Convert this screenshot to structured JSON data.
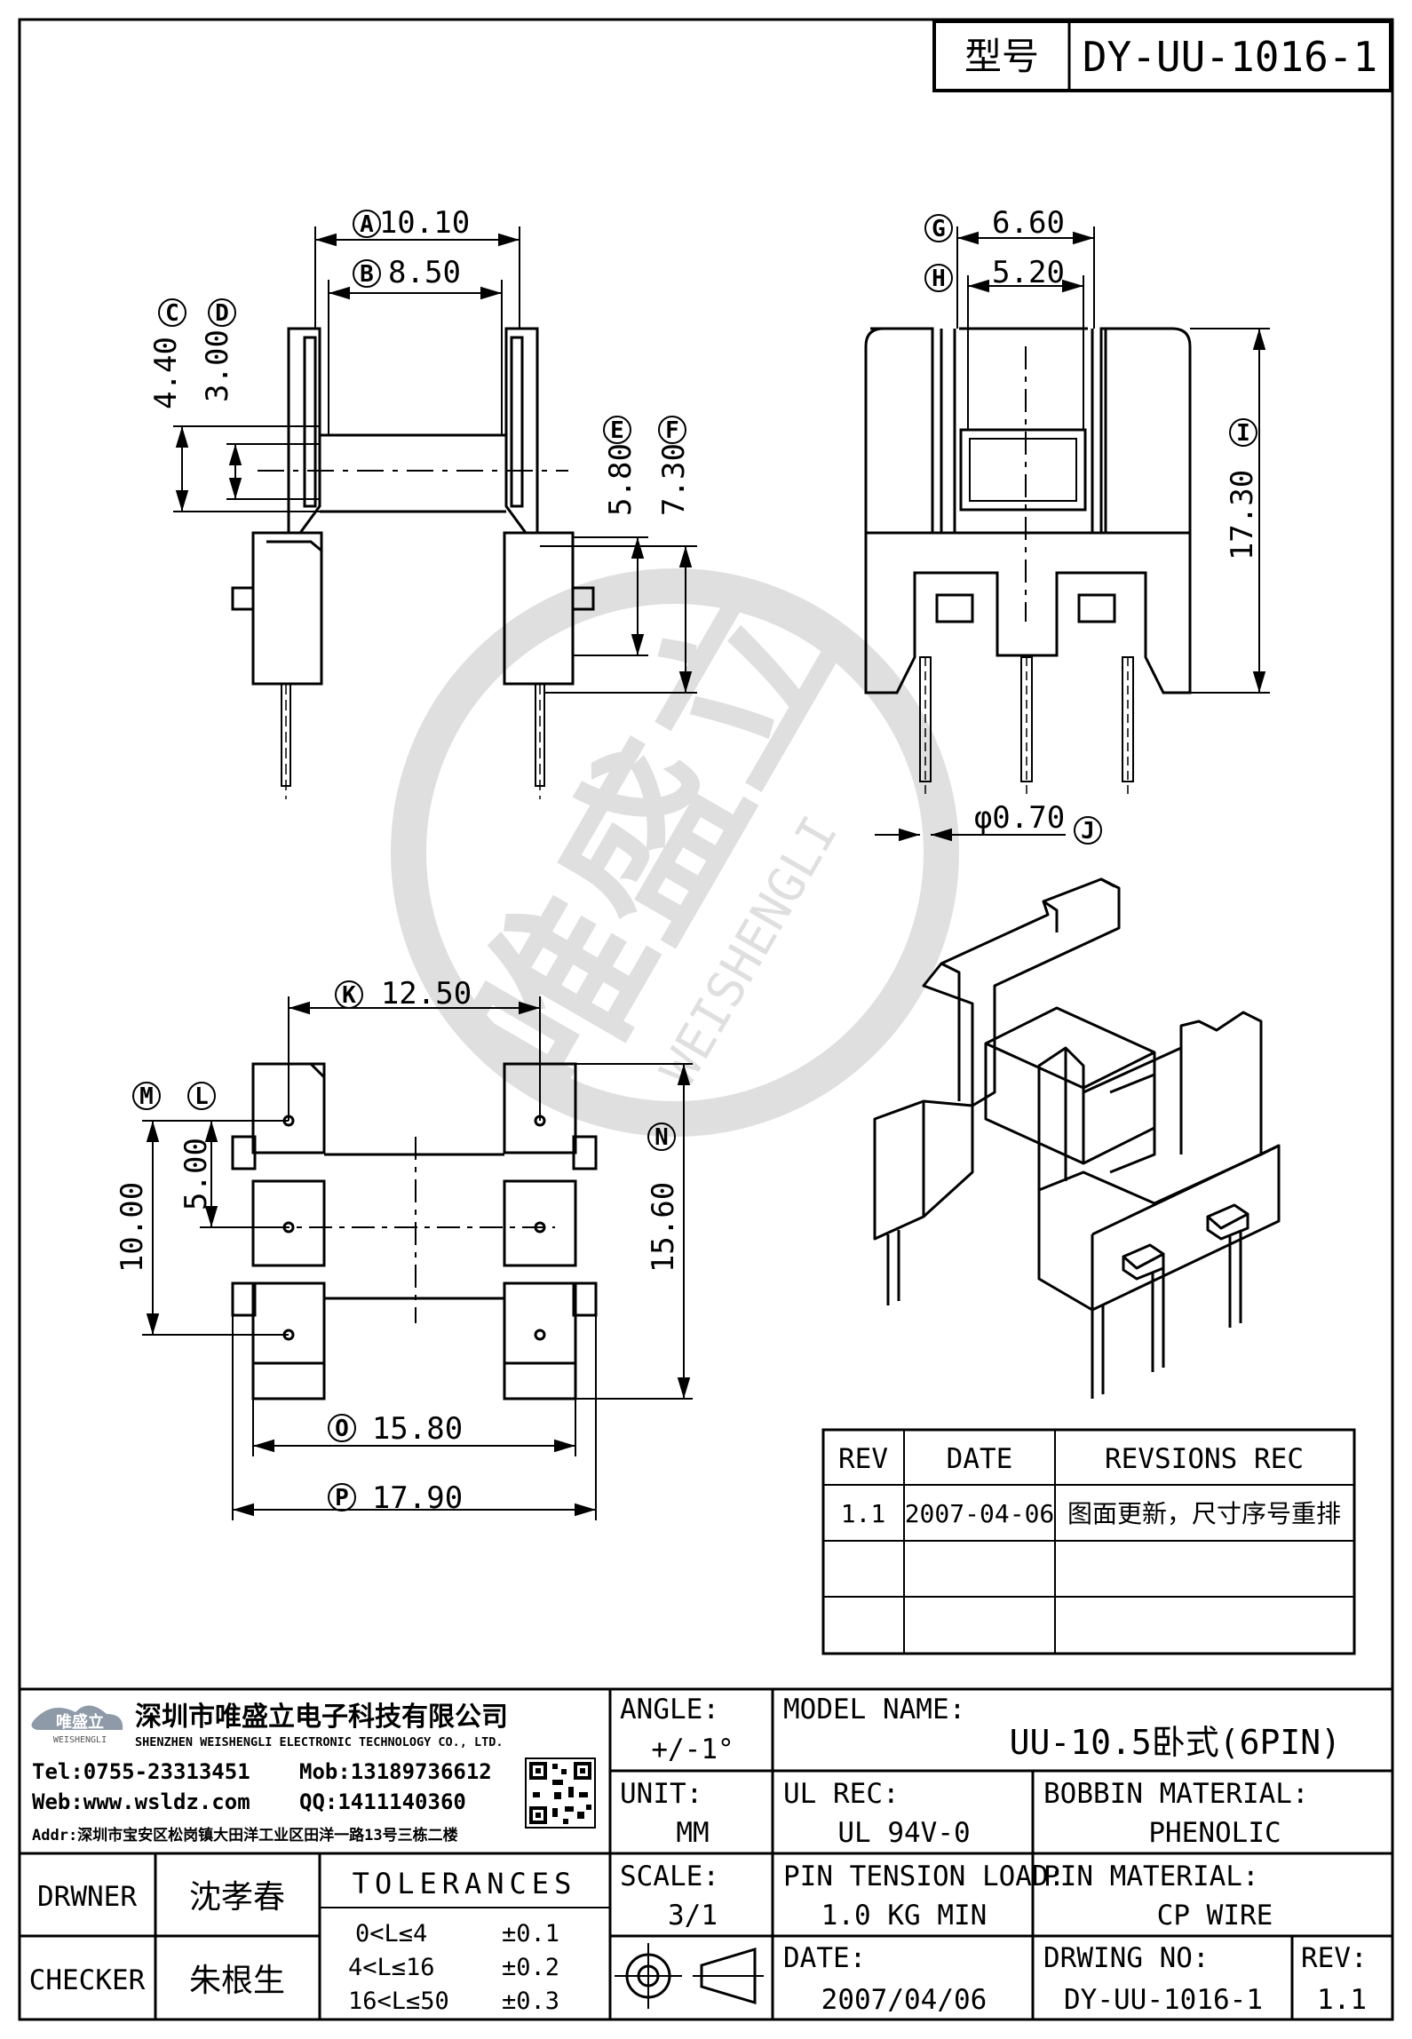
{
  "header": {
    "type_label": "型号",
    "type_value": "DY-UU-1016-1"
  },
  "watermark": {
    "brand": "唯盛立",
    "brand_en": "WEISHENGLI"
  },
  "dimensions": {
    "A": {
      "letter": "A",
      "value": "10.10"
    },
    "B": {
      "letter": "B",
      "value": "8.50"
    },
    "C": {
      "letter": "C",
      "value": "4.40"
    },
    "D": {
      "letter": "D",
      "value": "3.00"
    },
    "E": {
      "letter": "E",
      "value": "5.80"
    },
    "F": {
      "letter": "F",
      "value": "7.30"
    },
    "G": {
      "letter": "G",
      "value": "6.60"
    },
    "H": {
      "letter": "H",
      "value": "5.20"
    },
    "I": {
      "letter": "I",
      "value": "17.30"
    },
    "J": {
      "letter": "J",
      "value": "φ0.70"
    },
    "K": {
      "letter": "K",
      "value": "12.50"
    },
    "L": {
      "letter": "L",
      "value": "5.00"
    },
    "M": {
      "letter": "M",
      "value": "10.00"
    },
    "N": {
      "letter": "N",
      "value": "15.60"
    },
    "O": {
      "letter": "O",
      "value": "15.80"
    },
    "P": {
      "letter": "P",
      "value": "17.90"
    }
  },
  "revisions": {
    "headers": [
      "REV",
      "DATE",
      "REVSIONS REC"
    ],
    "rows": [
      [
        "1.1",
        "2007-04-06",
        "图面更新，尺寸序号重排"
      ],
      [
        "",
        "",
        ""
      ],
      [
        "",
        "",
        ""
      ]
    ]
  },
  "company": {
    "logo_text": "唯盛立",
    "logo_sub": "WEISHENGLI",
    "name_cn": "深圳市唯盛立电子科技有限公司",
    "name_en": "SHENZHEN WEISHENGLI ELECTRONIC TECHNOLOGY CO., LTD.",
    "tel": "Tel:0755-23313451",
    "mob": "Mob:13189736612",
    "web": "Web:www.wsldz.com",
    "qq": "QQ:1411140360",
    "addr": "Addr:深圳市宝安区松岗镇大田洋工业区田洋一路13号三栋二楼"
  },
  "title_block": {
    "angle_label": "ANGLE:",
    "angle_value": "+/-1°",
    "model_label": "MODEL NAME:",
    "model_value": "UU-10.5卧式(6PIN)",
    "unit_label": "UNIT:",
    "unit_value": "MM",
    "ul_label": "UL REC:",
    "ul_value": "UL 94V-0",
    "bobbin_label": "BOBBIN MATERIAL:",
    "bobbin_value": "PHENOLIC",
    "scale_label": "SCALE:",
    "scale_value": "3/1",
    "pin_tension_label": "PIN TENSION LOAD:",
    "pin_tension_value": "1.0 KG MIN",
    "pin_material_label": "PIN MATERIAL:",
    "pin_material_value": "CP WIRE",
    "date_label": "DATE:",
    "date_value": "2007/04/06",
    "drwing_label": "DRWING NO:",
    "drwing_value": "DY-UU-1016-1",
    "rev_label": "REV:",
    "rev_value": "1.1",
    "drawer_label": "DRWNER",
    "drawer_value": "沈孝春",
    "checker_label": "CHECKER",
    "checker_value": "朱根生",
    "tolerances_title": "TOLERANCES",
    "tolerances": [
      {
        "range": "0<L≤4",
        "tol": "±0.1"
      },
      {
        "range": "4<L≤16",
        "tol": "±0.2"
      },
      {
        "range": "16<L≤50",
        "tol": "±0.3"
      }
    ]
  }
}
